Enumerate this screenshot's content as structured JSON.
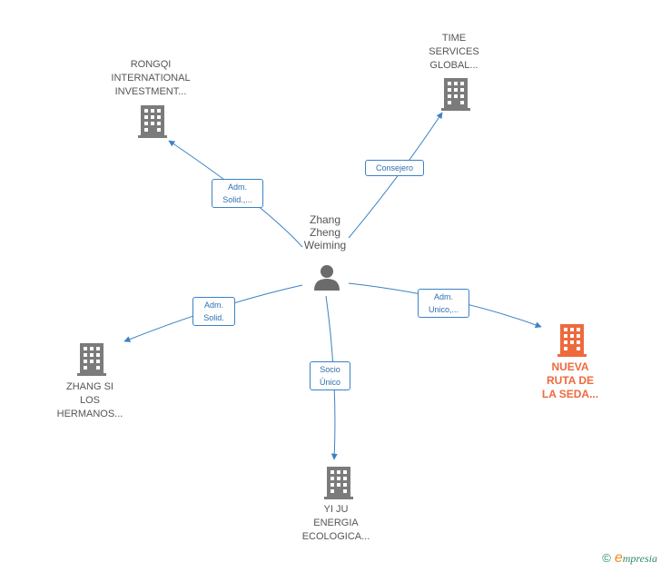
{
  "person": {
    "name": "Zhang\nZheng\nWeiming"
  },
  "companies": {
    "rongqi": {
      "name": "RONGQI\nINTERNATIONAL\nINVESTMENT..."
    },
    "time_services": {
      "name": "TIME\nSERVICES\nGLOBAL..."
    },
    "zhang_si": {
      "name": "ZHANG SI\nLOS\nHERMANOS..."
    },
    "yi_ju": {
      "name": "YI JU\nENERGIA\nECOLOGICA..."
    },
    "nueva_ruta": {
      "name": "NUEVA\nRUTA DE\nLA SEDA..."
    }
  },
  "edges": {
    "rongqi": "Adm.\nSolid.,...",
    "time_services": "Consejero",
    "zhang_si": "Adm.\nSolid.",
    "yi_ju": "Socio\nÚnico",
    "nueva_ruta": "Adm.\nUnico,..."
  },
  "colors": {
    "building_gray": "#7b7b7b",
    "building_focus": "#ee6a3d",
    "edge_blue": "#3b82c4",
    "person_gray": "#6b6b6b"
  },
  "footer": {
    "copyright": "©",
    "brand_initial": "e",
    "brand_rest": "mpresia"
  }
}
